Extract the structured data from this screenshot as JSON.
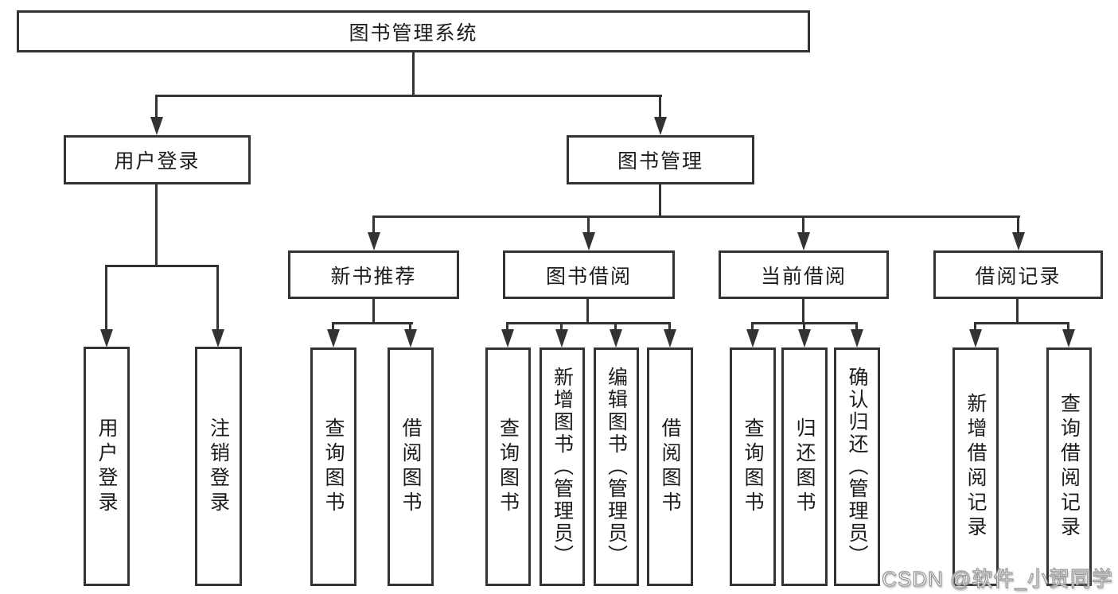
{
  "diagram": {
    "root": {
      "label": "图书管理系统"
    },
    "branches": [
      {
        "label": "用户登录",
        "children": [
          {
            "label": "用户登录"
          },
          {
            "label": "注销登录"
          }
        ]
      },
      {
        "label": "图书管理",
        "children": [
          {
            "label": "新书推荐",
            "children": [
              {
                "label": "查询图书"
              },
              {
                "label": "借阅图书"
              }
            ]
          },
          {
            "label": "图书借阅",
            "children": [
              {
                "label": "查询图书"
              },
              {
                "label": "新增图书（管理员）"
              },
              {
                "label": "编辑图书（管理员）"
              },
              {
                "label": "借阅图书"
              }
            ]
          },
          {
            "label": "当前借阅",
            "children": [
              {
                "label": "查询图书"
              },
              {
                "label": "归还图书"
              },
              {
                "label": "确认归还（管理员）"
              }
            ]
          },
          {
            "label": "借阅记录",
            "children": [
              {
                "label": "新增借阅记录"
              },
              {
                "label": "查询借阅记录"
              }
            ]
          }
        ]
      }
    ]
  },
  "watermark": {
    "text": "CSDN @软件_小贺同学"
  },
  "colors": {
    "line": "#333333",
    "text": "#1c1c1c",
    "background": "#ffffff",
    "watermark_fill": "#ffffff",
    "watermark_outline": "#999999"
  }
}
